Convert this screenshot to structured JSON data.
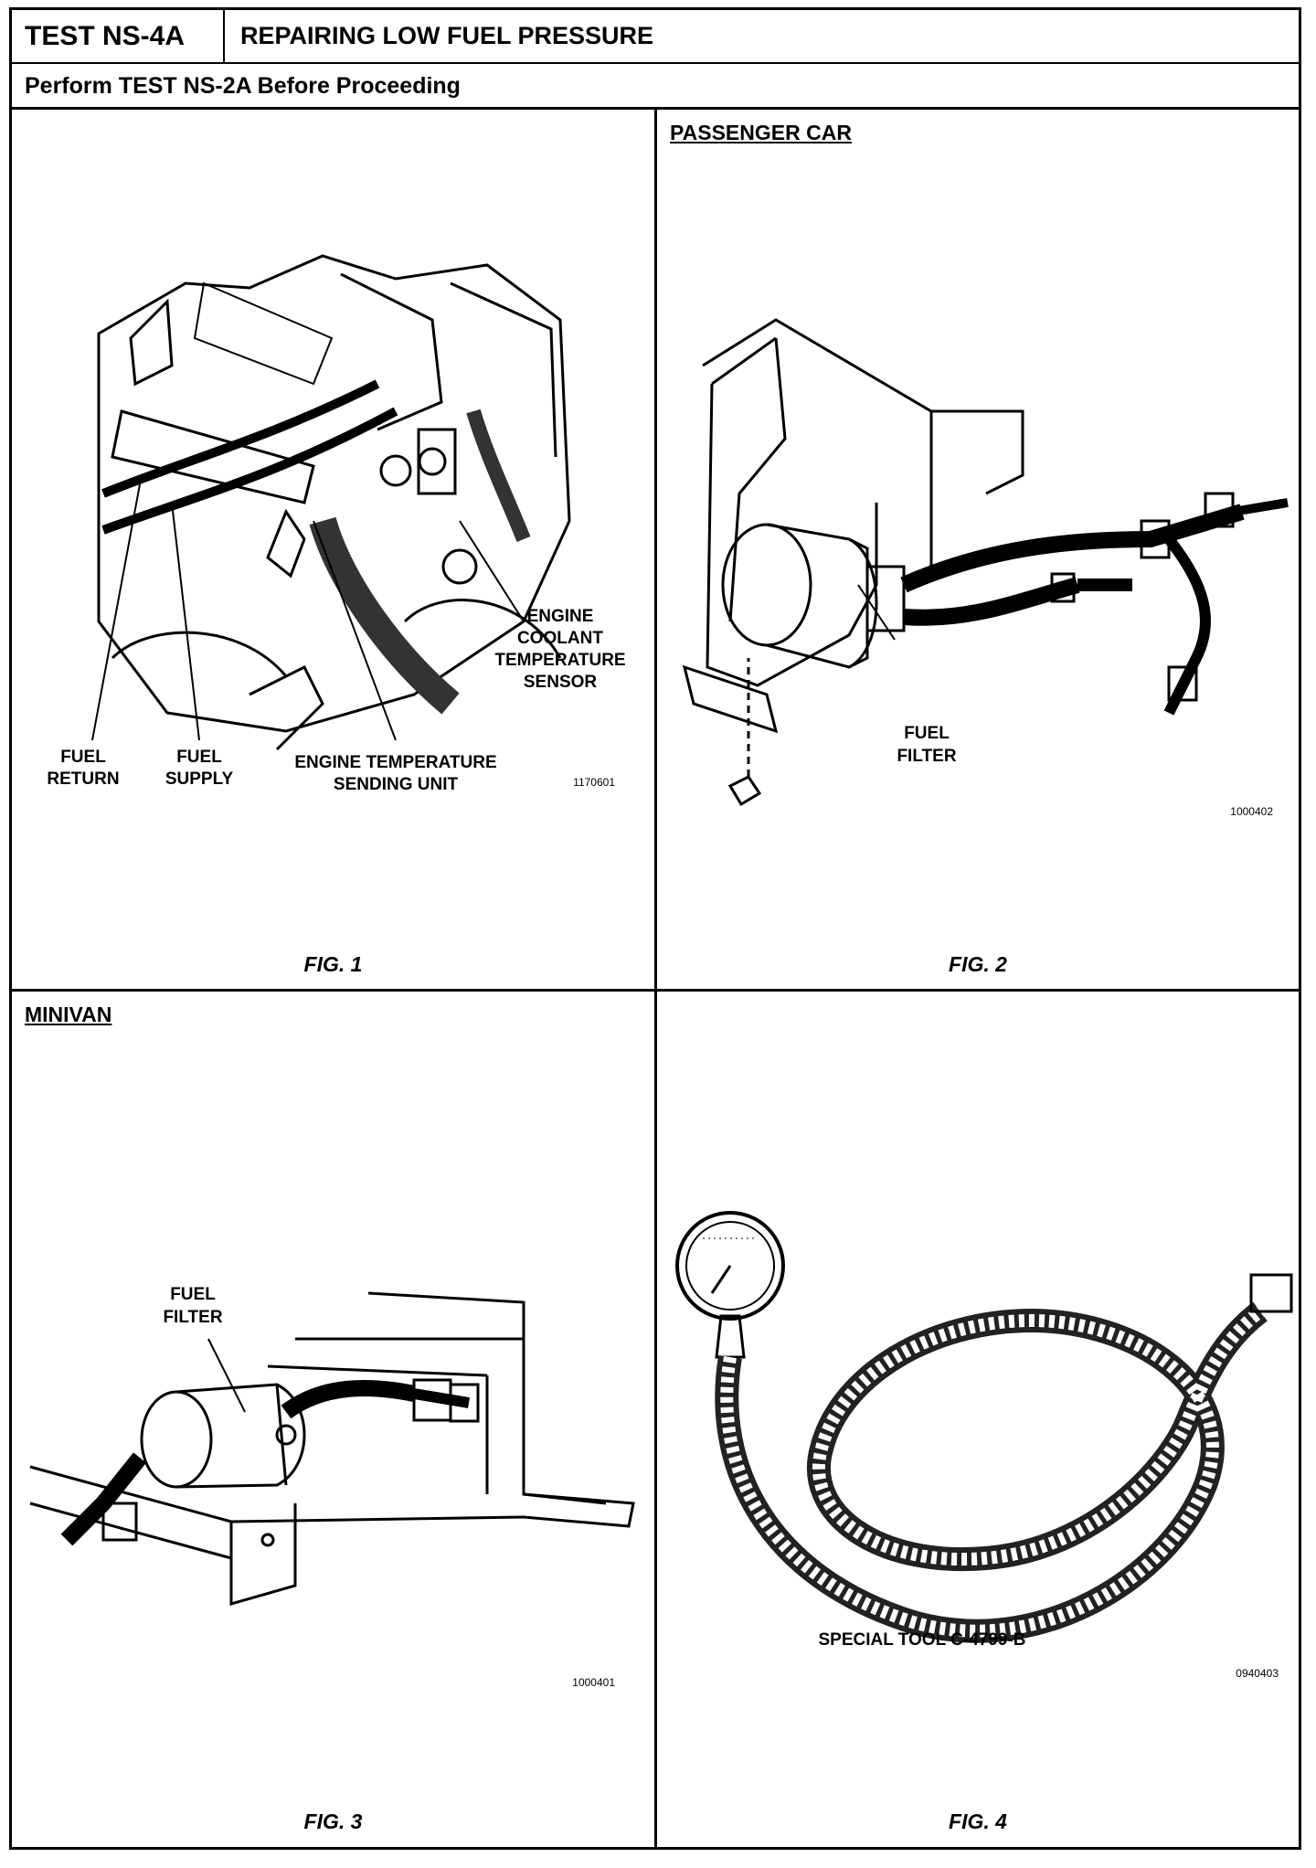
{
  "header": {
    "test_id": "TEST NS-4A",
    "title": "REPAIRING LOW FUEL PRESSURE",
    "prerequisite": "Perform TEST NS-2A Before Proceeding"
  },
  "figures": [
    {
      "caption": "FIG. 1",
      "heading": "",
      "labels": {
        "fuel_return": [
          "FUEL",
          "RETURN"
        ],
        "fuel_supply": [
          "FUEL",
          "SUPPLY"
        ],
        "engine_temp_unit": [
          "ENGINE TEMPERATURE",
          "SENDING UNIT"
        ],
        "coolant_sensor": [
          "ENGINE",
          "COOLANT",
          "TEMPERATURE",
          "SENSOR"
        ]
      },
      "ref_number": "1170601"
    },
    {
      "caption": "FIG. 2",
      "heading": "PASSENGER CAR",
      "labels": {
        "fuel_filter": [
          "FUEL",
          "FILTER"
        ]
      },
      "ref_number": "1000402"
    },
    {
      "caption": "FIG. 3",
      "heading": "MINIVAN",
      "labels": {
        "fuel_filter": [
          "FUEL",
          "FILTER"
        ]
      },
      "ref_number": "1000401"
    },
    {
      "caption": "FIG. 4",
      "heading": "",
      "labels": {
        "special_tool": [
          "SPECIAL TOOL C-4799-B"
        ]
      },
      "ref_number": "0940403"
    }
  ]
}
